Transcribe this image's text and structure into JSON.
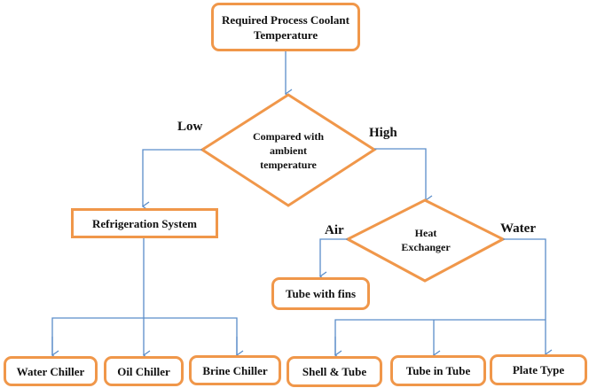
{
  "nodes": {
    "start": "Required Process Coolant Temperature",
    "compare": "Compared with ambient temperature",
    "refrigeration": "Refrigeration System",
    "heat_exchanger": "Heat Exchanger",
    "tube_fins": "Tube with fins",
    "water_chiller": "Water Chiller",
    "oil_chiller": "Oil Chiller",
    "brine_chiller": "Brine Chiller",
    "shell_tube": "Shell & Tube",
    "tube_in_tube": "Tube in Tube",
    "plate_type": "Plate Type"
  },
  "edge_labels": {
    "low": "Low",
    "high": "High",
    "air": "Air",
    "water": "Water"
  },
  "colors": {
    "node_border": "#F0974A",
    "connector": "#5B8DC9"
  }
}
